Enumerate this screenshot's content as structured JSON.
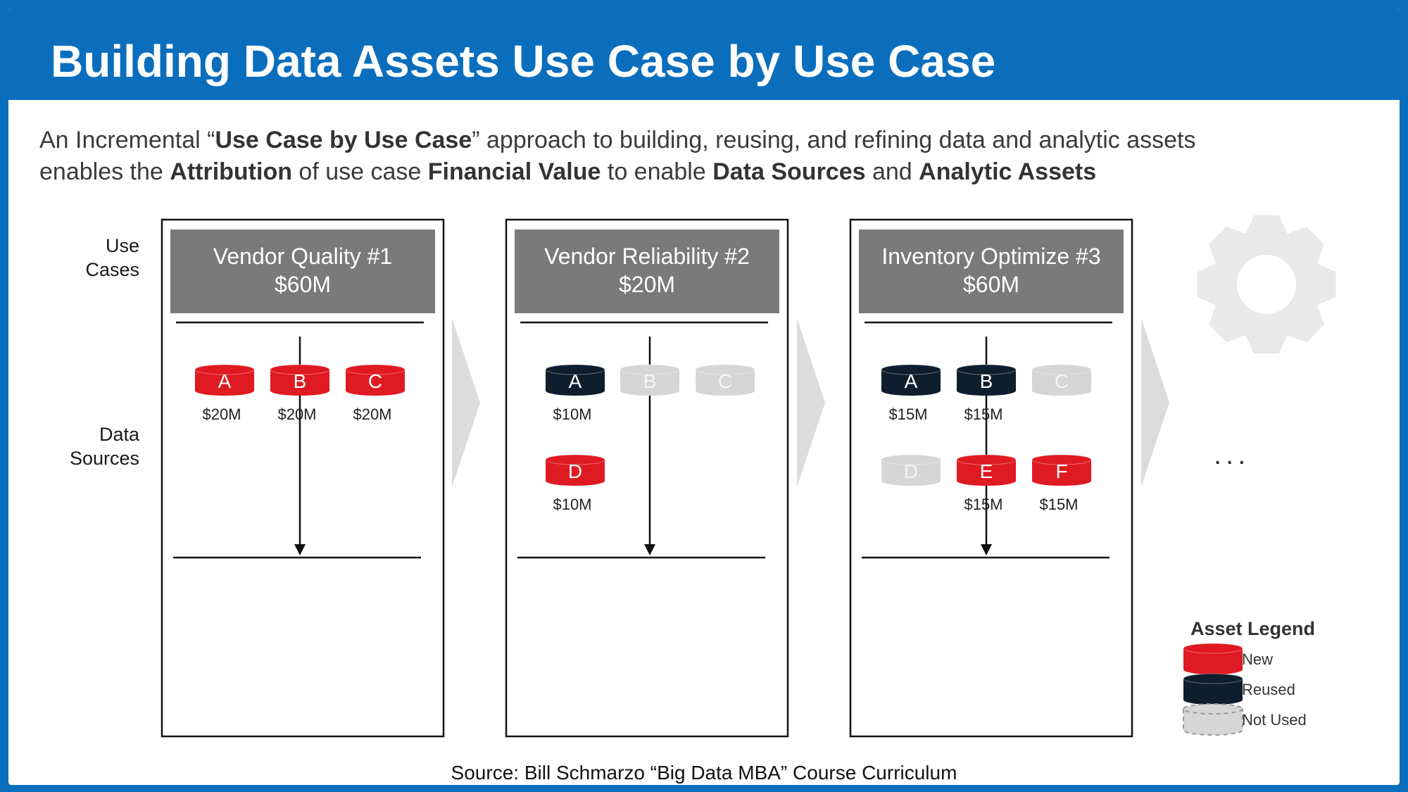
{
  "title": "Building Data Assets Use Case by Use Case",
  "subtitle": {
    "l1a": "An Incremental “",
    "l1b": "Use Case by Use Case",
    "l1c": "” approach to building, reusing, and refining data and analytic assets",
    "l2a": "enables the ",
    "l2b": "Attribution",
    "l2c": " of use case ",
    "l2d": "Financial Value",
    "l2e": " to enable ",
    "l2f": "Data Sources",
    "l2g": " and ",
    "l2h": "Analytic Assets"
  },
  "side_labels": {
    "use_cases_1": "Use",
    "use_cases_2": "Cases",
    "data_sources_1": "Data",
    "data_sources_2": "Sources"
  },
  "colors": {
    "blue": "#0a6ebd",
    "new": "#e01a22",
    "reused": "#0f1e2c",
    "not_used": "#d6d6d6",
    "header_gray": "#7a7a7a"
  },
  "use_cases": [
    {
      "name": "Vendor Quality #1",
      "value": "$60M",
      "sources": [
        {
          "letter": "A",
          "status": "new",
          "value": "$20M"
        },
        {
          "letter": "B",
          "status": "new",
          "value": "$20M"
        },
        {
          "letter": "C",
          "status": "new",
          "value": "$20M"
        }
      ]
    },
    {
      "name": "Vendor Reliability #2",
      "value": "$20M",
      "sources": [
        {
          "letter": "A",
          "status": "reused",
          "value": "$10M"
        },
        {
          "letter": "B",
          "status": "not_used",
          "value": ""
        },
        {
          "letter": "C",
          "status": "not_used",
          "value": ""
        },
        {
          "letter": "D",
          "status": "new",
          "value": "$10M"
        }
      ]
    },
    {
      "name": "Inventory Optimize #3",
      "value": "$60M",
      "sources": [
        {
          "letter": "A",
          "status": "reused",
          "value": "$15M"
        },
        {
          "letter": "B",
          "status": "reused",
          "value": "$15M"
        },
        {
          "letter": "C",
          "status": "not_used",
          "value": ""
        },
        {
          "letter": "D",
          "status": "not_used",
          "value": ""
        },
        {
          "letter": "E",
          "status": "new",
          "value": "$15M"
        },
        {
          "letter": "F",
          "status": "new",
          "value": "$15M"
        }
      ]
    }
  ],
  "ellipsis": "...",
  "legend": {
    "title": "Asset Legend",
    "new": "New",
    "reused": "Reused",
    "not_used": "Not Used"
  },
  "icons": {
    "gear": "gear-icon"
  },
  "source": "Source: Bill Schmarzo “Big Data MBA” Course Curriculum"
}
